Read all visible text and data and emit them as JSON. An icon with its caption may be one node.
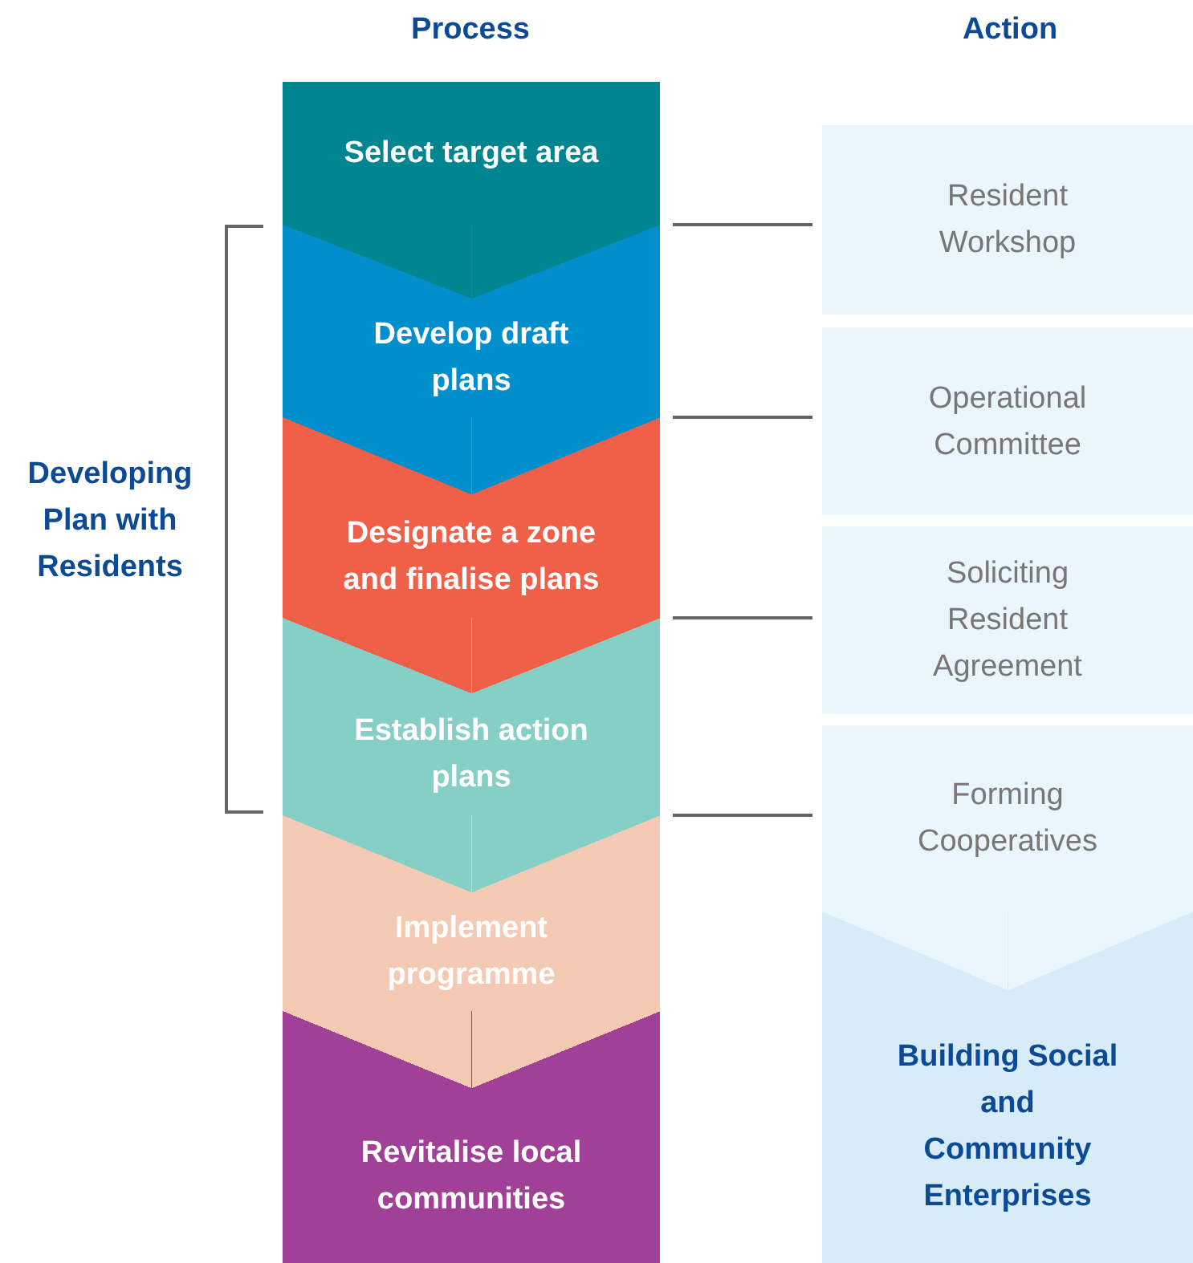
{
  "diagram": {
    "nodes": [
      {
        "text": [
          "Select target area"
        ]
      },
      {
        "text": [
          "Develop draft plans"
        ]
      },
      {
        "text": [
          "Designate a zone and finalise plans"
        ]
      },
      {
        "text": [
          "Establish action plans"
        ]
      },
      {
        "text": [
          "Implement programme"
        ]
      },
      {
        "text": [
          "Revitalise local communities"
        ]
      },
      {
        "text": [
          "Resident Workshop"
        ]
      },
      {
        "text": [
          "Operational Committee"
        ]
      },
      {
        "text": [
          "Soliciting Resident Agreement"
        ]
      },
      {
        "text": [
          "Forming Cooperatives"
        ]
      },
      {
        "text": [
          "Building Social and Community Enterprises"
        ]
      }
    ],
    "edges": [
      {
        "from": 0,
        "to": 6,
        "arrow": "none"
      },
      {
        "from": 1,
        "to": 7,
        "arrow": "none"
      },
      {
        "from": 2,
        "to": 8,
        "arrow": "none"
      },
      {
        "from": 3,
        "to": 9,
        "arrow": "none"
      }
    ],
    "labels": [
      "Process",
      "Action",
      "Developing Plan with Residents"
    ]
  }
}
